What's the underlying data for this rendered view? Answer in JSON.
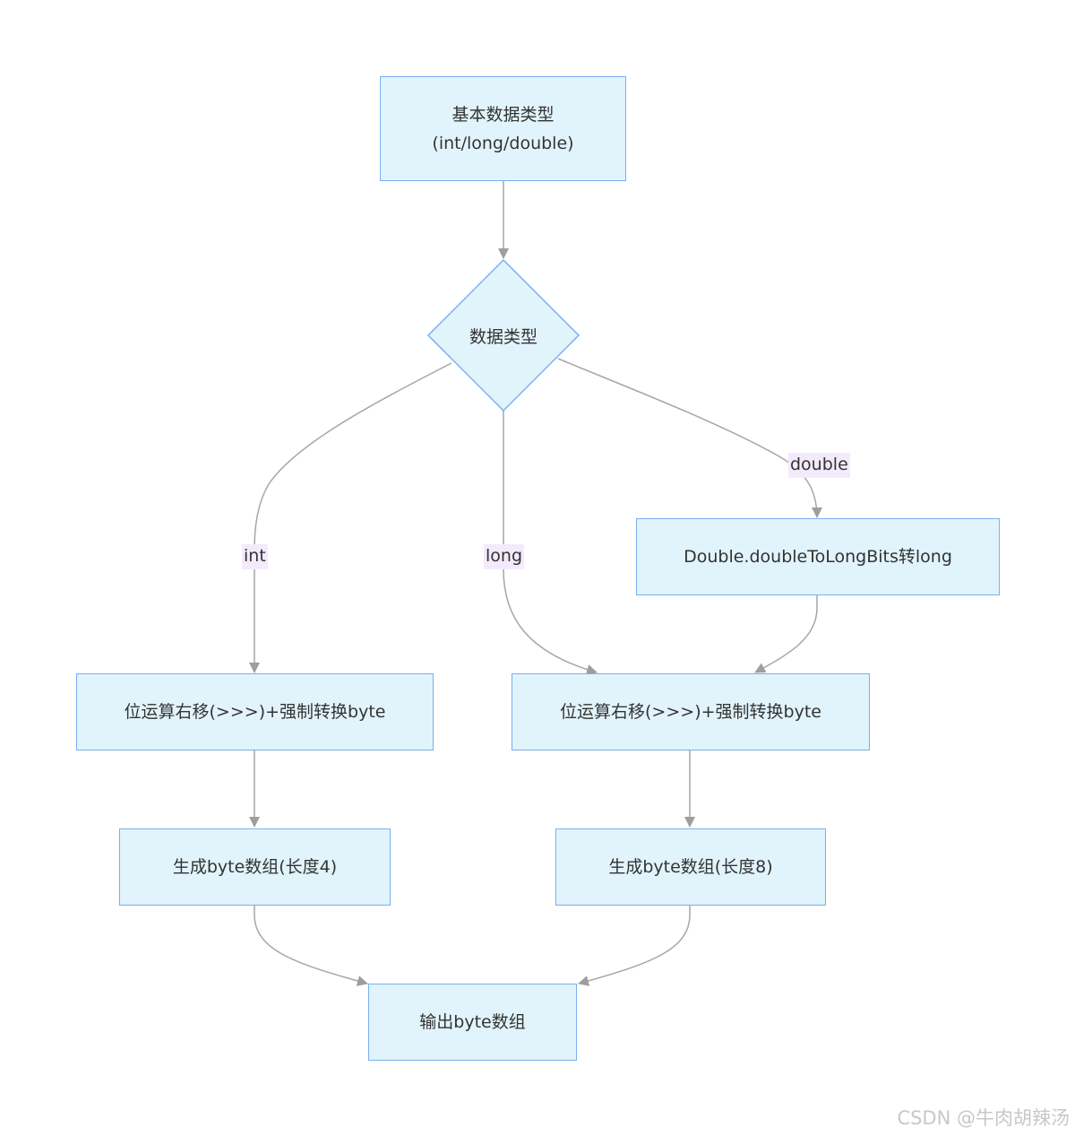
{
  "diagram": {
    "nodes": {
      "start": {
        "line1": "基本数据类型",
        "line2": "(int/long/double)"
      },
      "decision": {
        "label": "数据类型"
      },
      "double_convert": {
        "label": "Double.doubleToLongBits转long"
      },
      "shift_int": {
        "label": "位运算右移(>>>)+强制转换byte"
      },
      "shift_long": {
        "label": "位运算右移(>>>)+强制转换byte"
      },
      "array4": {
        "label": "生成byte数组(长度4)"
      },
      "array8": {
        "label": "生成byte数组(长度8)"
      },
      "output": {
        "label": "输出byte数组"
      }
    },
    "edges": {
      "int": "int",
      "long": "long",
      "double": "double"
    }
  },
  "watermark": "CSDN @牛肉胡辣汤",
  "colors": {
    "node_fill": "#e1f4fc",
    "node_border": "#7aaef0",
    "edge": "#a6a6a6",
    "edge_label_bg": "#f3eafb",
    "text": "#333333"
  }
}
